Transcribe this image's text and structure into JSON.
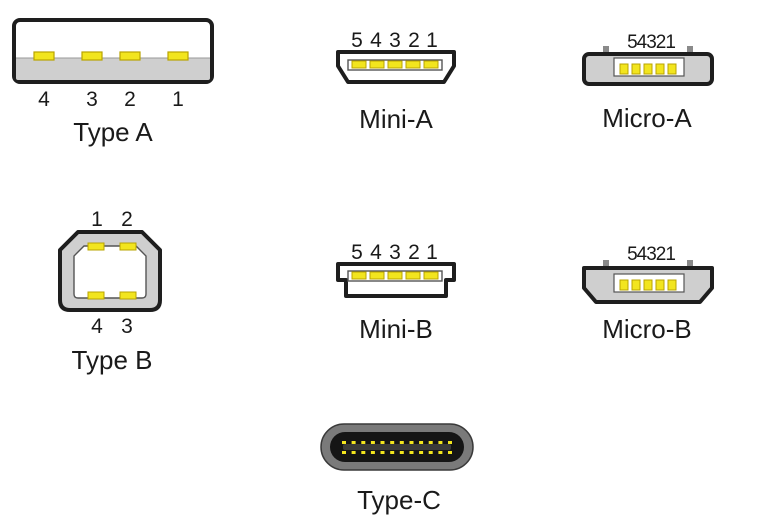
{
  "connectors": {
    "type_a": {
      "title": "Type A",
      "pins": [
        "4",
        "3",
        "2",
        "1"
      ],
      "colors": {
        "body": "#ffffff",
        "shell": "#cfcfcf",
        "pin": "#f2e51e"
      }
    },
    "mini_a": {
      "title": "Mini-A",
      "pins": [
        "5",
        "4",
        "3",
        "2",
        "1"
      ]
    },
    "micro_a": {
      "title": "Micro-A",
      "pins": "54321"
    },
    "type_b": {
      "title": "Type B",
      "pins_top": [
        "1",
        "2"
      ],
      "pins_bottom": [
        "4",
        "3"
      ]
    },
    "mini_b": {
      "title": "Mini-B",
      "pins": [
        "5",
        "4",
        "3",
        "2",
        "1"
      ]
    },
    "micro_b": {
      "title": "Micro-B",
      "pins": "54321"
    },
    "type_c": {
      "title": "Type-C",
      "pin_count": 24
    }
  },
  "colors": {
    "outline": "#1e1e1e",
    "shell_gray": "#cfcfcf",
    "dark_gray": "#8a8a8a",
    "pin_yellow": "#f2e51e",
    "pin_yellow_dark": "#b9a400",
    "type_c_outer": "#7a7a7a",
    "type_c_inner": "#151515"
  }
}
